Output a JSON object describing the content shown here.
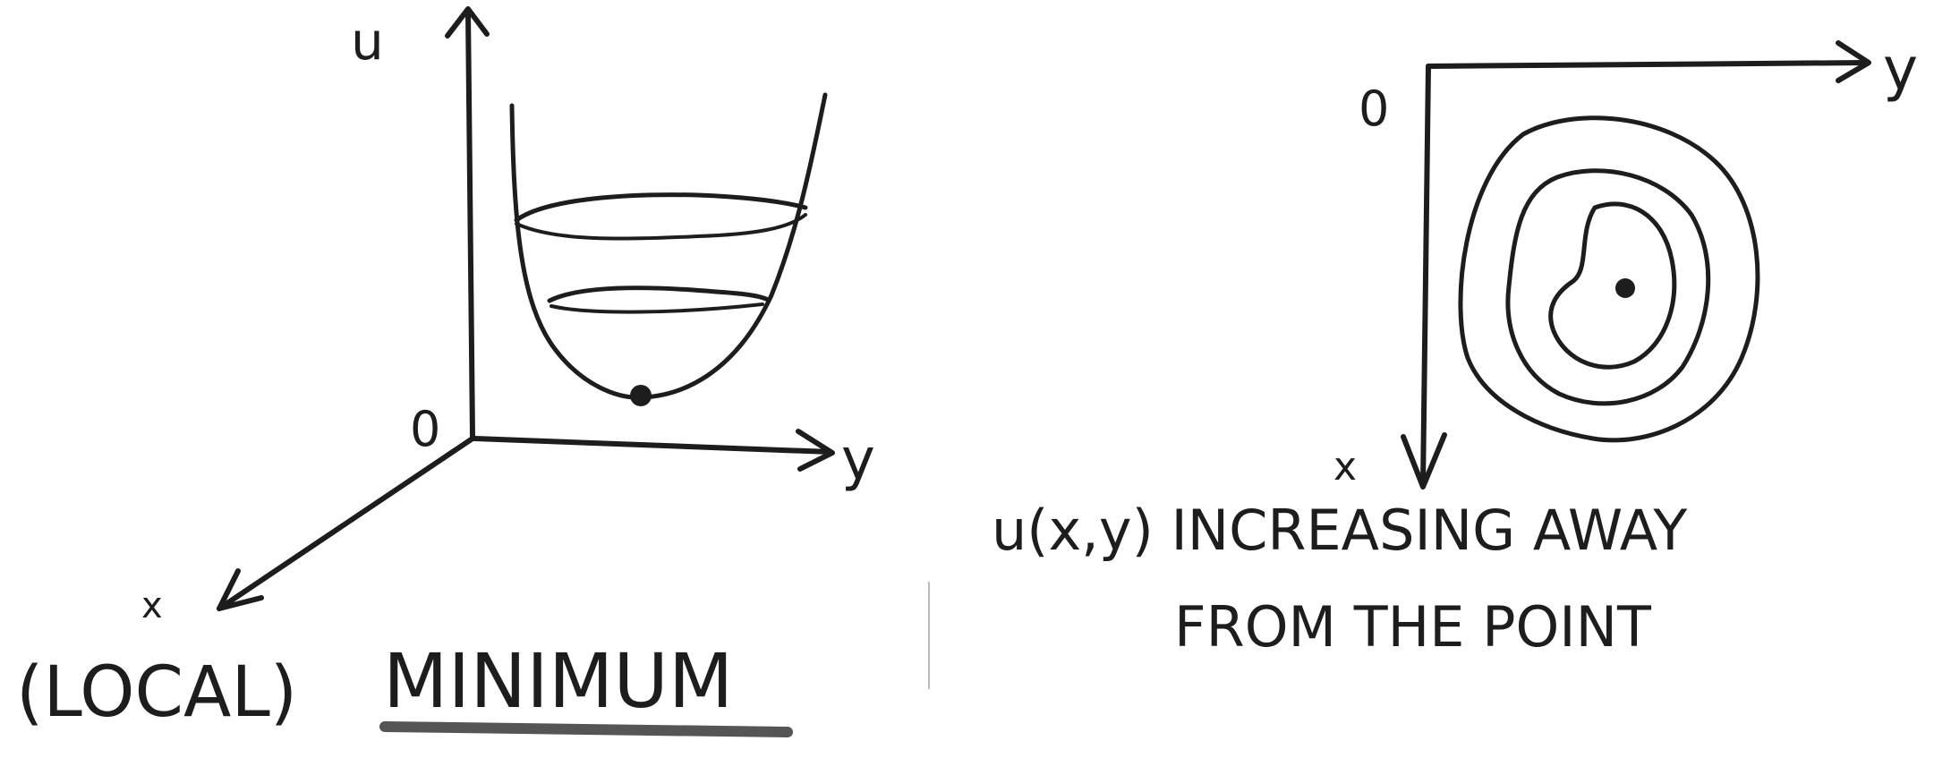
{
  "left_panel": {
    "axis_u": "u",
    "axis_y": "y",
    "axis_x": "x",
    "origin": "0",
    "caption_prefix": "(LOCAL)",
    "caption_main": "MINIMUM"
  },
  "right_panel": {
    "origin": "0",
    "axis_y": "y",
    "axis_x": "x",
    "caption_line1": "u(x,y) INCREASING AWAY",
    "caption_line2": "FROM THE POINT"
  },
  "colors": {
    "ink": "#1d1d1d",
    "underline": "#555555"
  }
}
